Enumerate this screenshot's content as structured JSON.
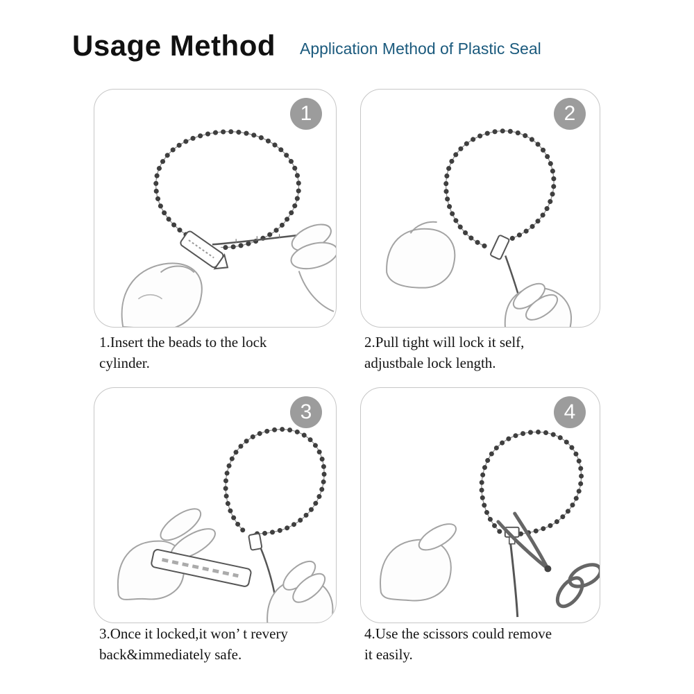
{
  "page": {
    "title": "Usage Method",
    "subtitle": "Application Method of Plastic Seal"
  },
  "colors": {
    "subtitle_color": "#1b5a7d",
    "badge_color": "#9c9c9c"
  },
  "steps": [
    {
      "number": "1",
      "caption_line1": "1.Insert the beads to the lock",
      "caption_line2": "cylinder.",
      "illustration": "hand-inserting-seal-tail-into-lock"
    },
    {
      "number": "2",
      "caption_line1": "2.Pull tight will lock it self,",
      "caption_line2": "adjustbale lock length.",
      "illustration": "hand-pulling-seal-tight"
    },
    {
      "number": "3",
      "caption_line1": "3.Once it locked,it won’ t revery",
      "caption_line2": "back&immediately safe.",
      "illustration": "locked-seal-cannot-revert"
    },
    {
      "number": "4",
      "caption_line1": "4.Use the scissors could remove",
      "caption_line2": "it easily.",
      "illustration": "scissors-cutting-seal"
    }
  ]
}
